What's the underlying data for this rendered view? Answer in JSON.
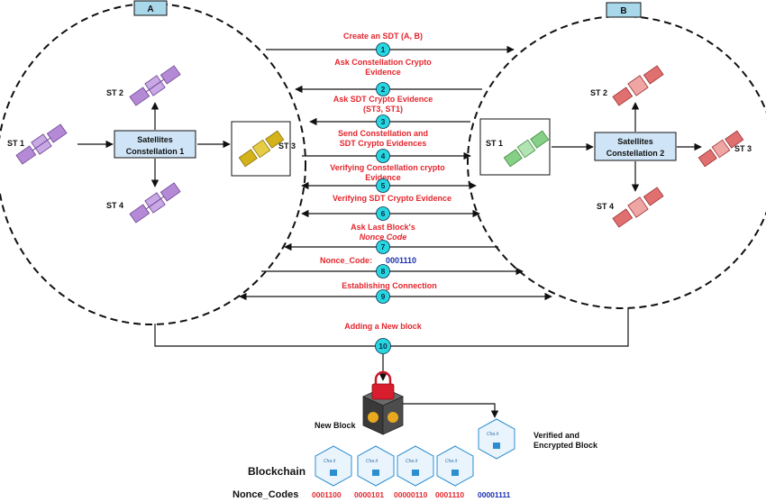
{
  "nodes": {
    "a": {
      "header": "A",
      "constellation_line1": "Satellites",
      "constellation_line2": "Constellation 1",
      "st1": "ST 1",
      "st2": "ST 2",
      "st3": "ST 3",
      "st4": "ST 4"
    },
    "b": {
      "header": "B",
      "constellation_line1": "Satellites",
      "constellation_line2": "Constellation 2",
      "st1": "ST 1",
      "st2": "ST 2",
      "st3": "ST 3",
      "st4": "ST 4"
    }
  },
  "steps": [
    {
      "num": "1",
      "line1": "Create an SDT (A, B)",
      "line2": ""
    },
    {
      "num": "2",
      "line1": "Ask Constellation  Crypto",
      "line2": "Evidence"
    },
    {
      "num": "3",
      "line1": "Ask SDT Crypto Evidence",
      "line2": "(ST3, ST1)"
    },
    {
      "num": "4",
      "line1": "Send Constellation and",
      "line2": "SDT Crypto Evidences"
    },
    {
      "num": "5",
      "line1": "Verifying Constellation crypto",
      "line2": "Evidence"
    },
    {
      "num": "6",
      "line1": "Verifying SDT Crypto Evidence",
      "line2": ""
    },
    {
      "num": "7",
      "line1": "Ask  Last Block's",
      "line2": "Nonce Code"
    },
    {
      "num": "8",
      "line1": "Nonce_Code:",
      "line2": "0001110"
    },
    {
      "num": "9",
      "line1": "Establishing Connection",
      "line2": ""
    },
    {
      "num": "10",
      "line1": "Adding a New block",
      "line2": ""
    }
  ],
  "blockchain": {
    "label": "Blockchain",
    "nonce_label": "Nonce_Codes",
    "new_block": "New  Block",
    "verified_line1": "Verified and",
    "verified_line2": "Encrypted  Block",
    "nonces": [
      "0001100",
      "0000101",
      "00000110",
      "0001110",
      "00001111"
    ],
    "nonce_colors": [
      "#e3262d",
      "#e3262d",
      "#e3262d",
      "#e3262d",
      "#1a2fb0"
    ]
  },
  "colors": {
    "label_red": "#e3262d",
    "step_circle": "#27d7e0",
    "header_fill": "#a8d8ea",
    "constellation_fill": "#cfe5f7",
    "sat_purple": "#b48ad6",
    "sat_gold": "#d4b21a",
    "sat_green": "#86cf86",
    "sat_red": "#e07070"
  }
}
